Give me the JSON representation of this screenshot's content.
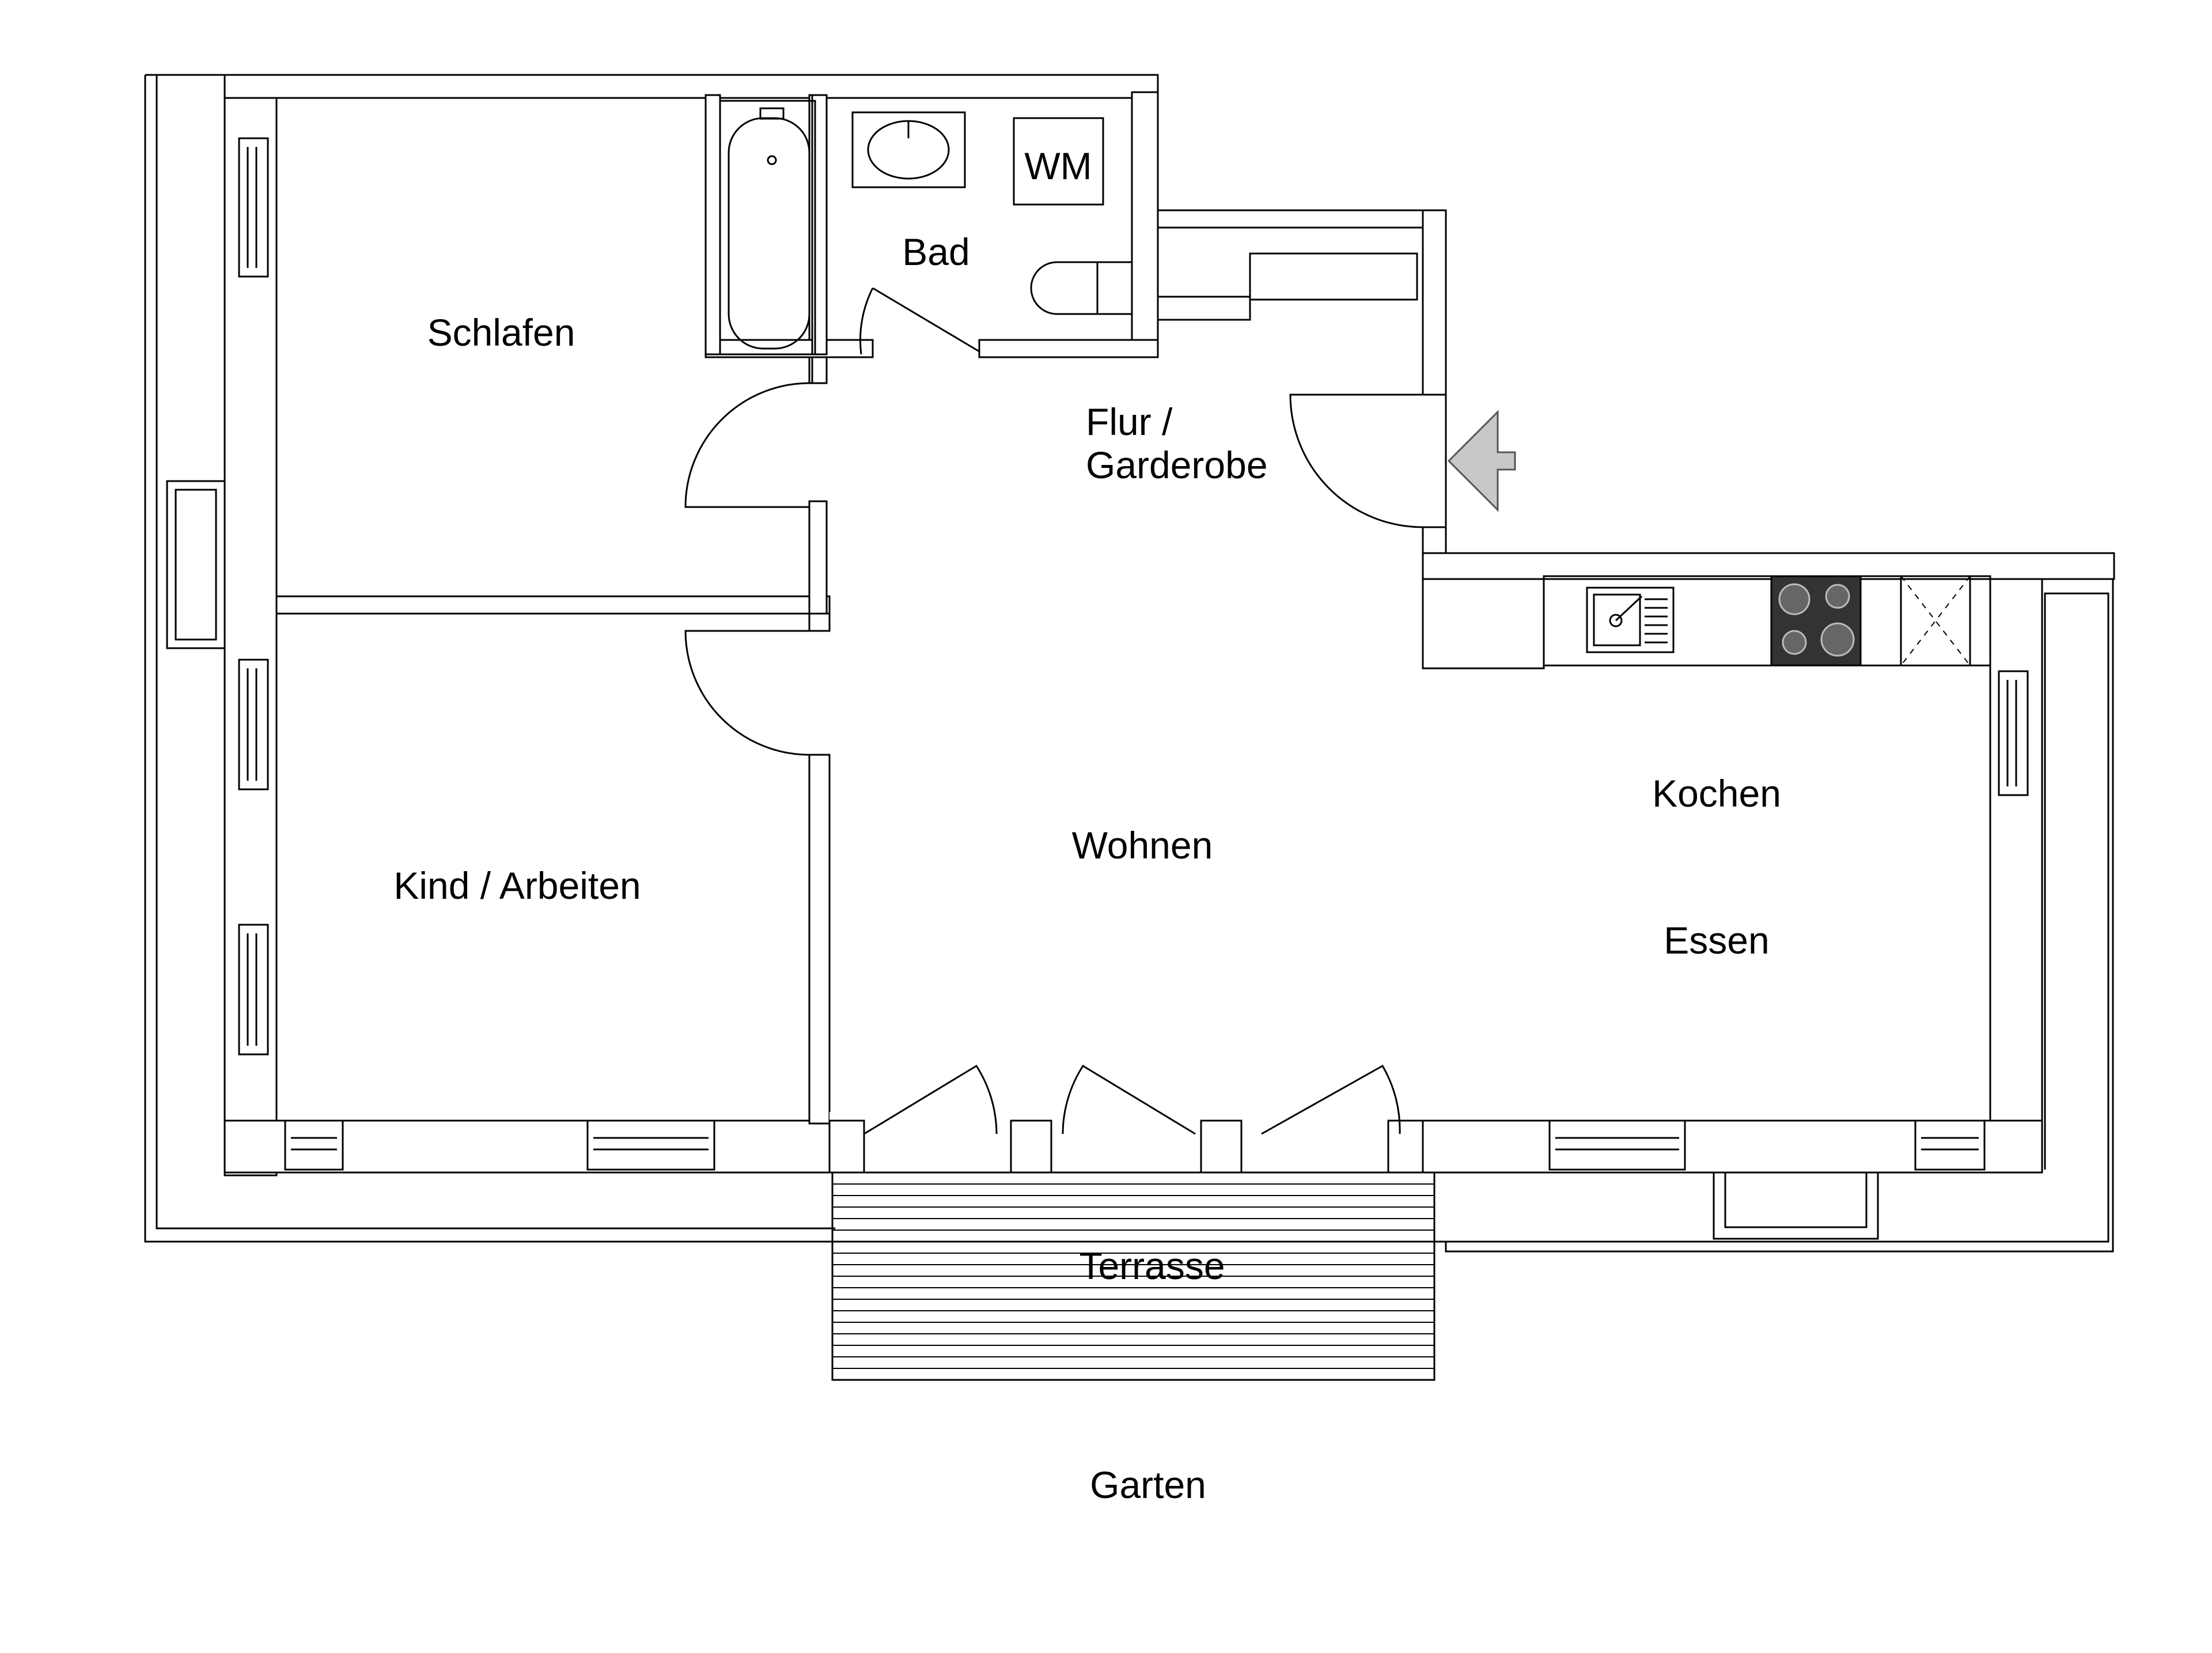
{
  "rooms": {
    "schlafen": "Schlafen",
    "bad": "Bad",
    "flur_line1": "Flur /",
    "flur_line2": "Garderobe",
    "kind": "Kind / Arbeiten",
    "wohnen": "Wohnen",
    "kochen": "Kochen",
    "essen": "Essen",
    "terrasse": "Terrasse",
    "garten": "Garten"
  },
  "fixtures": {
    "washing_machine": "WM"
  },
  "colors": {
    "line": "#000000",
    "entry_arrow": "#c8c8c8",
    "cooktop": "#333333",
    "background": "#ffffff"
  },
  "icons": {
    "entry": "entry-arrow-icon",
    "bathtub": "bathtub-icon",
    "sink": "washbasin-icon",
    "toilet": "toilet-icon",
    "kitchen_sink": "kitchen-sink-icon",
    "cooktop": "cooktop-icon",
    "fridge": "fridge-icon"
  }
}
